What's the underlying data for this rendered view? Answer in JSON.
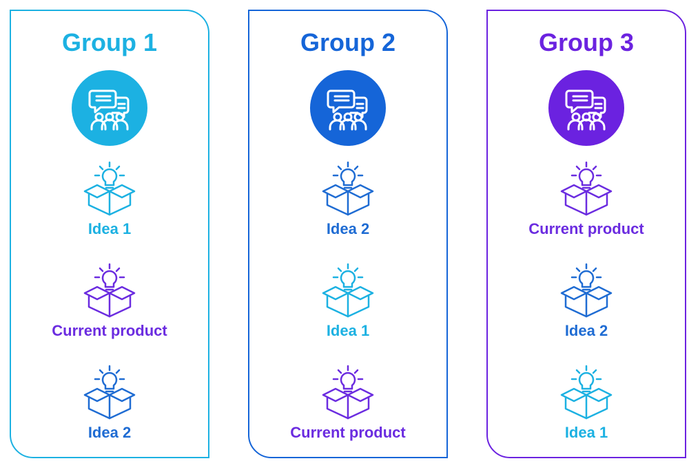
{
  "colors": {
    "idea1": "#1CB1E2",
    "idea2": "#1F6CD3",
    "current_product": "#6B2CE0",
    "group1": "#1CB1E2",
    "group2": "#1565D8",
    "group3": "#6B22E0"
  },
  "groups": [
    {
      "title": "Group 1",
      "team_icon": "team-discussion-icon",
      "items": [
        {
          "label": "Idea 1",
          "kind": "idea1",
          "icon": "lightbulb-box-icon"
        },
        {
          "label": "Current product",
          "kind": "current_product",
          "icon": "lightbulb-box-icon"
        },
        {
          "label": "Idea 2",
          "kind": "idea2",
          "icon": "lightbulb-box-icon"
        }
      ]
    },
    {
      "title": "Group 2",
      "team_icon": "team-discussion-icon",
      "items": [
        {
          "label": "Idea 2",
          "kind": "idea2",
          "icon": "lightbulb-box-icon"
        },
        {
          "label": "Idea 1",
          "kind": "idea1",
          "icon": "lightbulb-box-icon"
        },
        {
          "label": "Current product",
          "kind": "current_product",
          "icon": "lightbulb-box-icon"
        }
      ]
    },
    {
      "title": "Group 3",
      "team_icon": "team-discussion-icon",
      "items": [
        {
          "label": "Current product",
          "kind": "current_product",
          "icon": "lightbulb-box-icon"
        },
        {
          "label": "Idea 2",
          "kind": "idea2",
          "icon": "lightbulb-box-icon"
        },
        {
          "label": "Idea 1",
          "kind": "idea1",
          "icon": "lightbulb-box-icon"
        }
      ]
    }
  ]
}
